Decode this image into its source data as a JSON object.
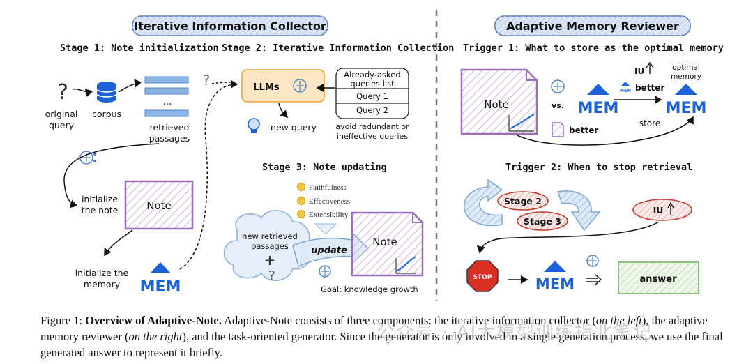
{
  "left_banner": "Iterative Information Collector",
  "right_banner": "Adaptive Memory Reviewer",
  "stage1": {
    "title": "Stage 1: Note initialization",
    "original_query": [
      "original",
      "query"
    ],
    "corpus": "corpus",
    "ellipsis": "...",
    "retrieved_passages": [
      "retrieved",
      "passages"
    ],
    "initialize_note": [
      "initialize",
      "the note"
    ],
    "note_label": "Note",
    "initialize_memory": [
      "initialize the",
      "memory"
    ],
    "mem_label": "MEM"
  },
  "stage2": {
    "title": "Stage 2: Iterative Information Collection",
    "llms": "LLMs",
    "new_query": "new query",
    "asked_title": [
      "Already-asked",
      "queries list"
    ],
    "query1": "Query 1",
    "query2": "Query 2",
    "avoid": [
      "avoid redundant or",
      "ineffective queries"
    ],
    "question_mark": "?"
  },
  "stage3": {
    "title": "Stage 3: Note updating",
    "criteria": [
      "Faithfulness",
      "Effectiveness",
      "Extensibility"
    ],
    "new_retrieved": [
      "new retrieved",
      "passages"
    ],
    "plus": "+",
    "question_mark": "?",
    "update": "update",
    "note_label": "Note",
    "goal": "Goal: knowledge growth"
  },
  "trigger1": {
    "title": "Trigger 1: What to store as the optimal memory",
    "note_label": "Note",
    "vs": "vs.",
    "mem_label": "MEM",
    "iu": "IU",
    "better_small": "better",
    "better_note": "better",
    "optimal_memory": [
      "optimal",
      "memory"
    ],
    "store": "store",
    "small_mem": "MEM"
  },
  "trigger2": {
    "title": "Trigger 2: When to stop retrieval",
    "stage2": "Stage 2",
    "stage3": "Stage 3",
    "iu": "IU",
    "stop": "STOP",
    "mem_label": "MEM",
    "answer": "answer"
  },
  "caption": {
    "label": "Figure 1:",
    "bold": "Overview of Adaptive-Note.",
    "text1": "Adaptive-Note consists of three components: the iterative information collector (",
    "italic1": "on the left",
    "text2": "), the adaptive memory reviewer (",
    "italic2": "on the right",
    "text3": "), and the task-oriented generator. Since the generator is only involved in a single generation process, we use the final generated answer to represent it briefly."
  },
  "watermark": "公众号 · AI大模型训练指北笔记",
  "colors": {
    "banner_fill": "#dbe7f8",
    "banner_stroke": "#5a79b8",
    "note_border": "#9b6fb8",
    "note_hatch": "#c9b1dd",
    "mem_blue": "#1c62d6",
    "llm_fill": "#fde6c4",
    "llm_stroke": "#e8a33d",
    "arrow_fill": "#dfeaf7",
    "red": "#c0392b",
    "answer_green": "#6bb05a"
  }
}
